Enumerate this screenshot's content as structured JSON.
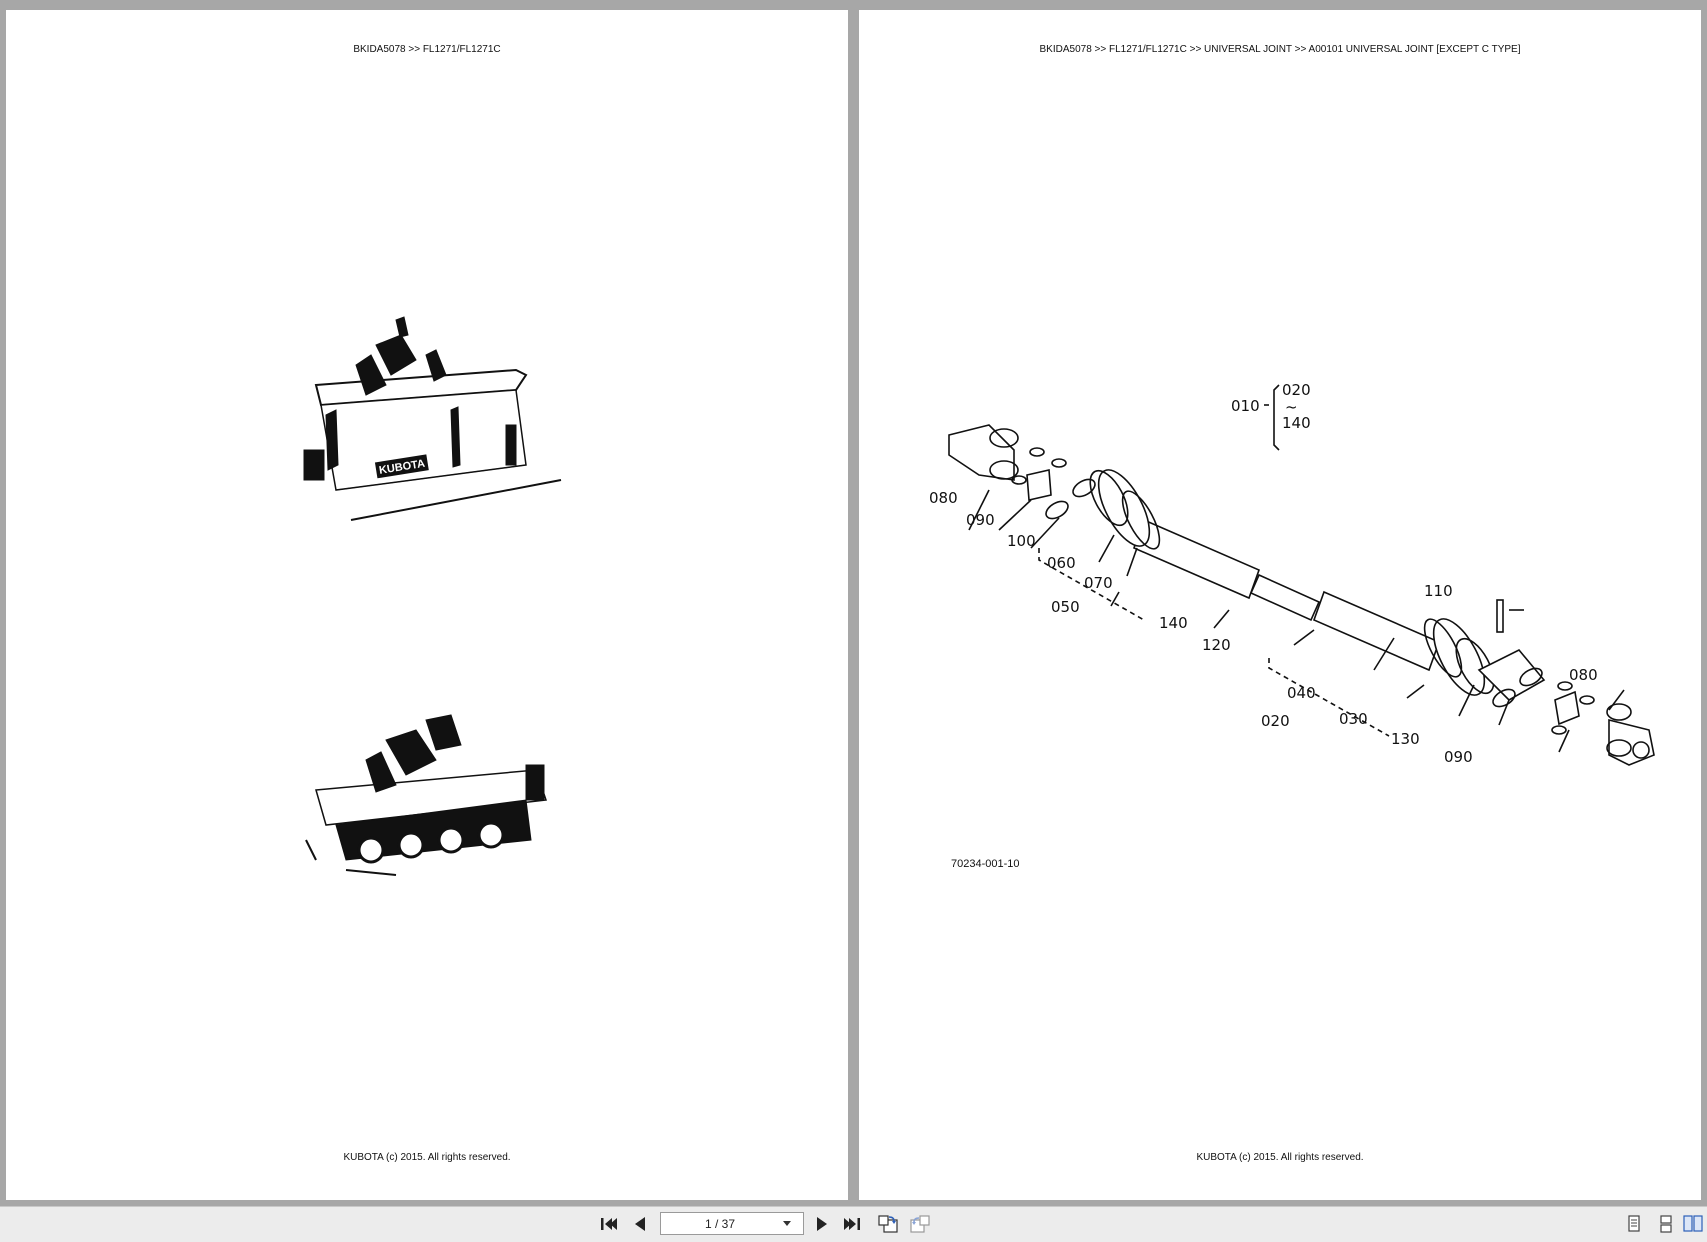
{
  "left_page": {
    "header": "BKIDA5078 >> FL1271/FL1271C",
    "footer": "KUBOTA (c) 2015. All rights reserved.",
    "photo_brand_mark": "KUBOTA"
  },
  "right_page": {
    "header": "BKIDA5078 >> FL1271/FL1271C >> UNIVERSAL JOINT >> A00101   UNIVERSAL JOINT [EXCEPT C TYPE]",
    "footer": "KUBOTA (c) 2015. All rights reserved.",
    "figure_code": "70234-001-10",
    "callouts": {
      "c010": "010",
      "c020_range_start": "020",
      "range_tilde": "~",
      "c140_range_end": "140",
      "c080_left": "080",
      "c090_left": "090",
      "c100": "100",
      "c060": "060",
      "c070": "070",
      "c050": "050",
      "c140": "140",
      "c120": "120",
      "c110": "110",
      "c040": "040",
      "c020": "020",
      "c030": "030",
      "c130": "130",
      "c080_right": "080",
      "c090_right": "090"
    }
  },
  "toolbar": {
    "page_indicator": "1 / 37",
    "icons": {
      "first": "first-page-icon",
      "prev": "previous-page-icon",
      "next": "next-page-icon",
      "last": "last-page-icon",
      "rotate_a": "rotate-left-icon",
      "rotate_b": "rotate-right-icon",
      "single": "single-page-view-icon",
      "continuous": "continuous-view-icon",
      "facing": "facing-pages-view-icon"
    },
    "accent_color": "#2c5fb8"
  }
}
